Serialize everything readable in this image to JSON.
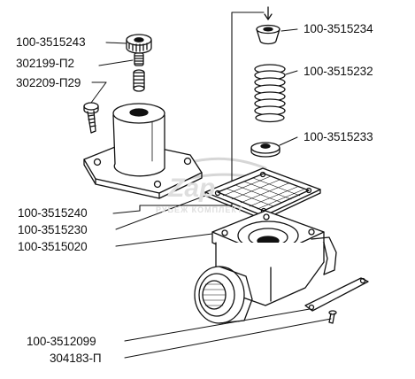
{
  "colors": {
    "background": "#ffffff",
    "ink": "#111111",
    "watermark": "#dedede"
  },
  "labels": {
    "cap": "100-3515243",
    "set_screw": "302199-П2",
    "mount_screw": "302209-П29",
    "valve_cap": "100-3515234",
    "spring": "100-3515232",
    "washer": "100-3515233",
    "cover": "100-3515240",
    "filter_gasket": "100-3515230",
    "valve_body": "100-3515020",
    "bracket": "100-3512099",
    "small_screw": "304183-П"
  },
  "watermark": {
    "logo_text": "Zap",
    "caption": "РУБЕЖ КОМПЛЕКТ"
  }
}
